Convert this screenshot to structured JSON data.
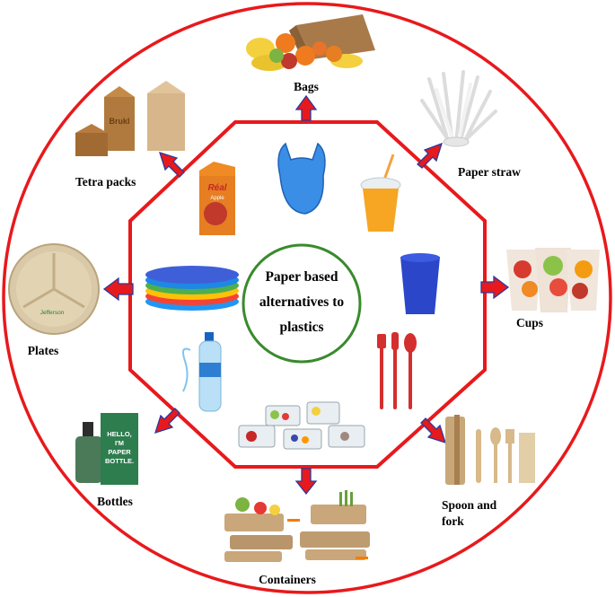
{
  "diagram": {
    "center_text": [
      "Paper based",
      "alternatives to",
      "plastics"
    ],
    "labels": {
      "bags": "Bags",
      "paper_straw": "Paper straw",
      "cups": "Cups",
      "spoon_and_fork": [
        "Spoon and",
        "fork"
      ],
      "containers": "Containers",
      "bottles": "Bottles",
      "plates": "Plates",
      "tetra_packs": "Tetra packs"
    },
    "image_texts": {
      "juice_brand": "Réal",
      "juice_flavor": "Apple",
      "tetra_brand": "Brukl",
      "plate_brand": "Jefferson",
      "bottle_text": [
        "HELLO,",
        "I'M",
        "PAPER",
        "BOTTLE."
      ]
    },
    "colors": {
      "outer_circle": "#e8191c",
      "octagon": "#e8191c",
      "arrow_fill": "#e8191c",
      "arrow_stroke": "#2a3a9c",
      "center_circle": "#3a8a2e"
    }
  }
}
